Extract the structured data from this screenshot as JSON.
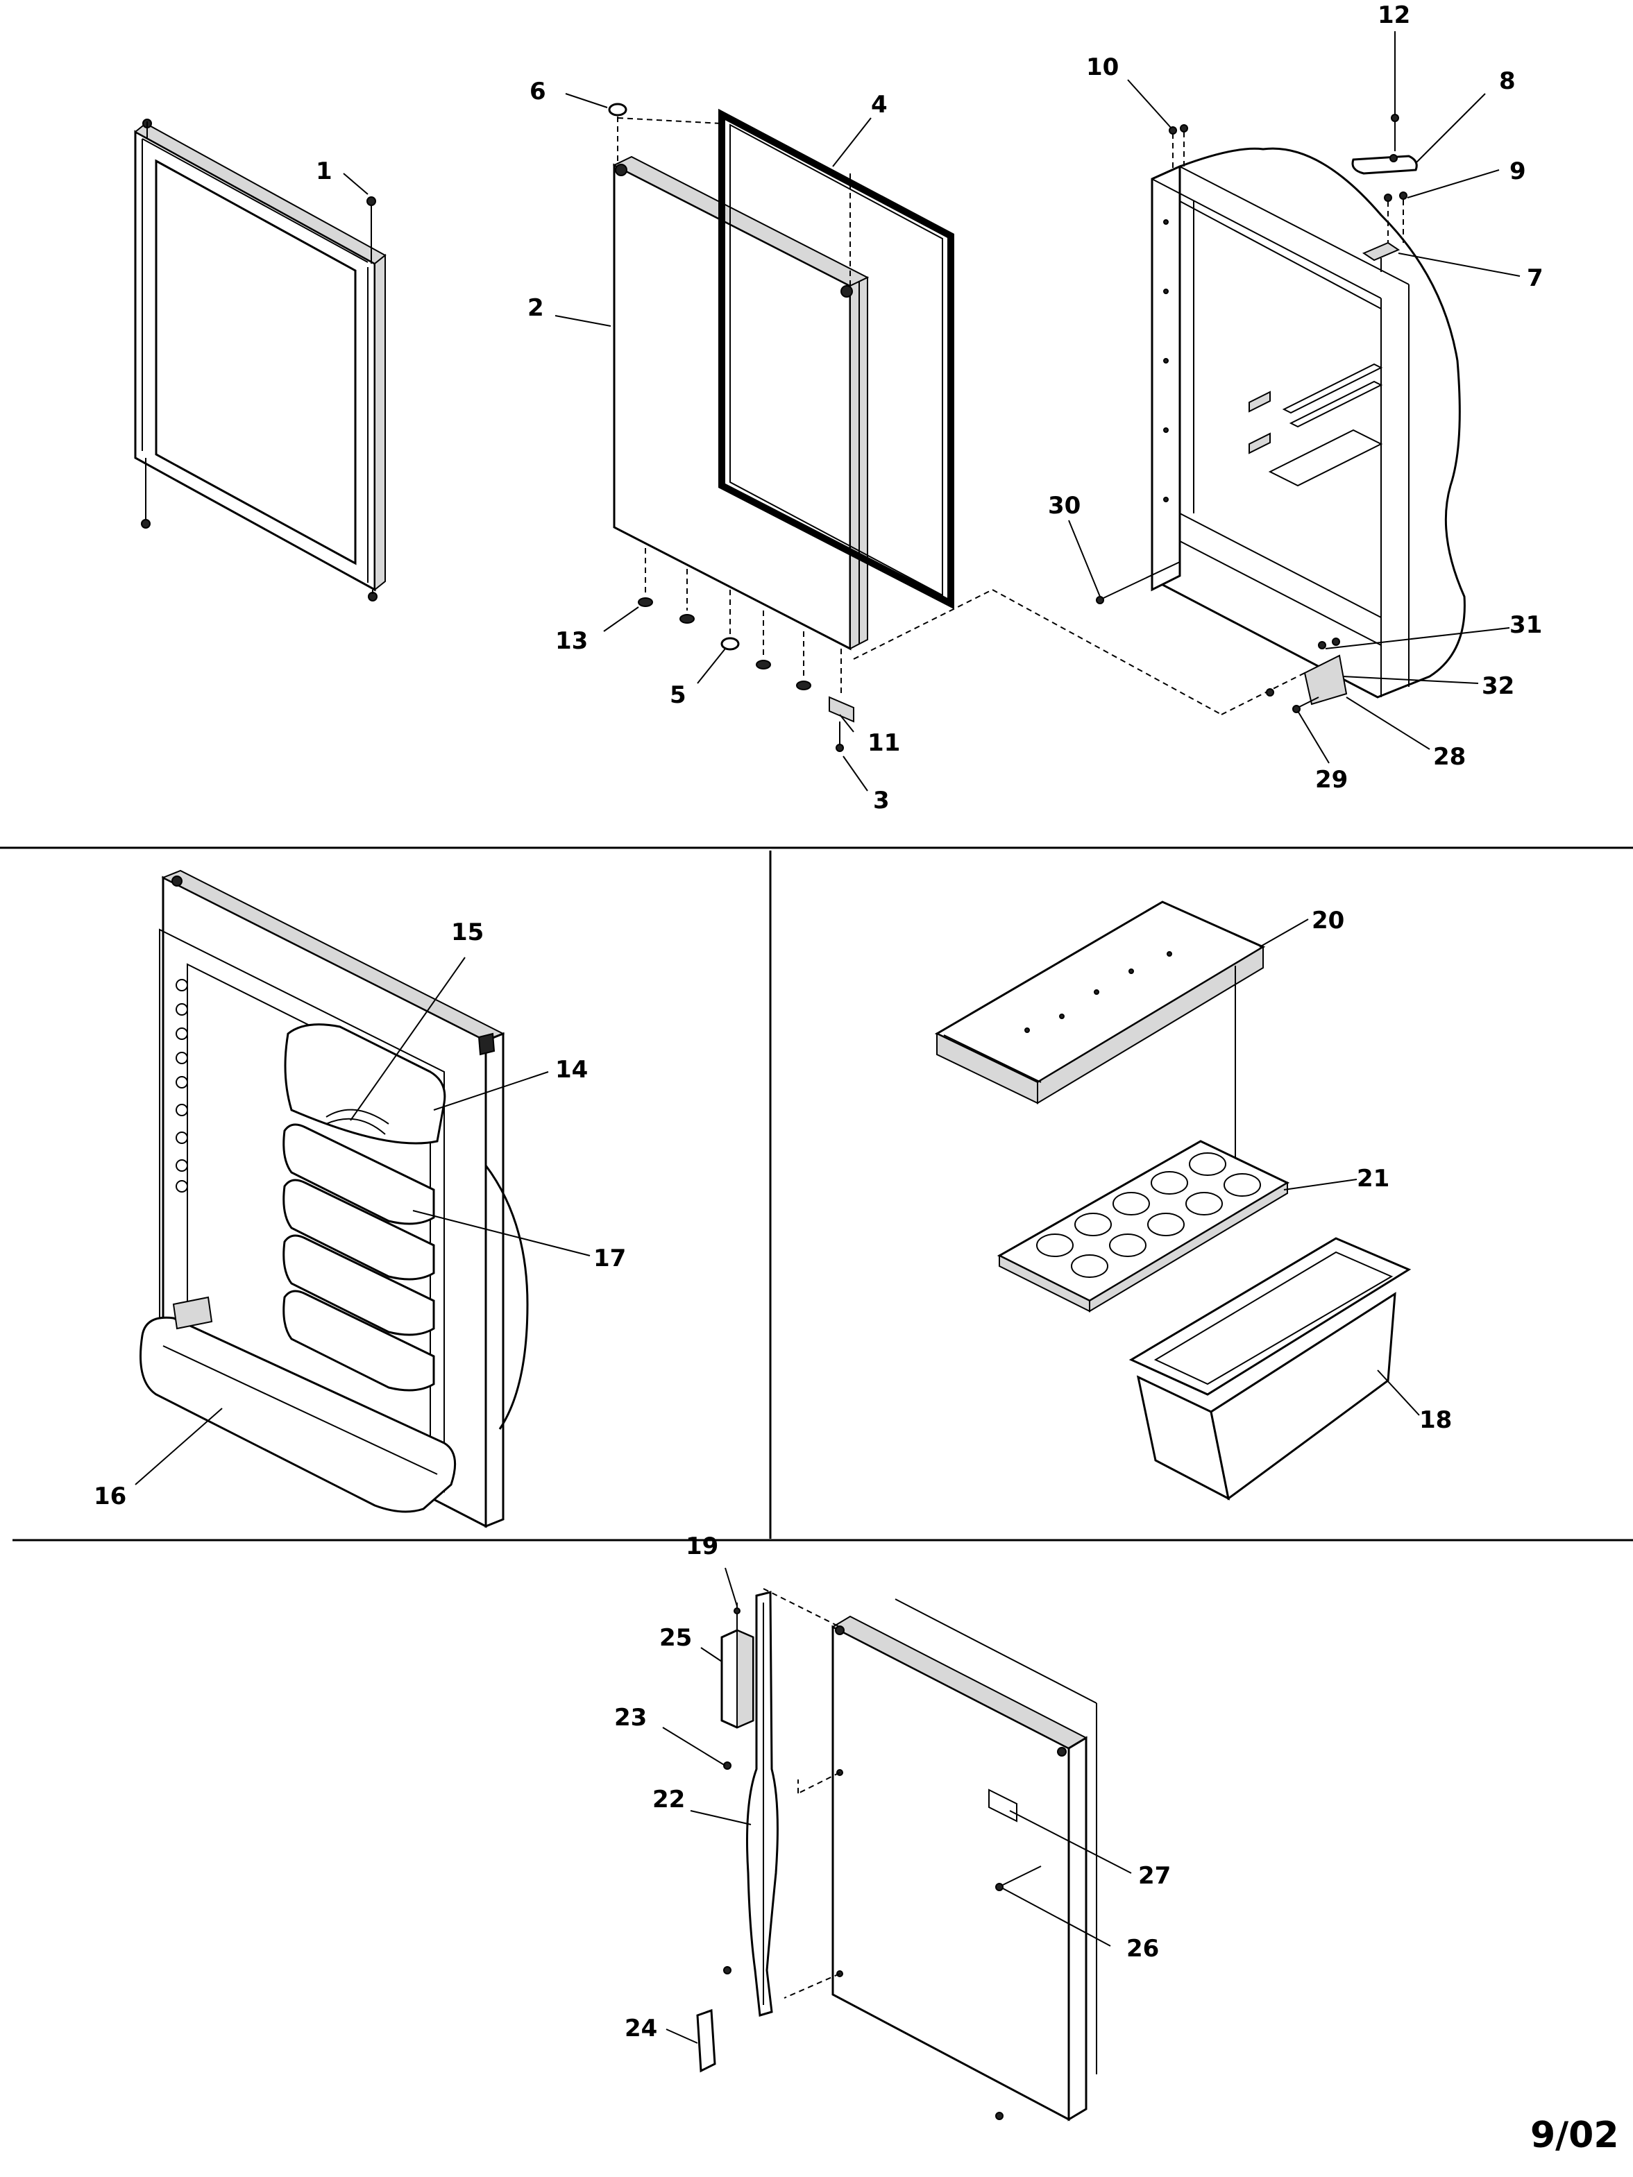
{
  "date_code": "9/02",
  "labels": {
    "p1": "1",
    "p2": "2",
    "p3": "3",
    "p4": "4",
    "p5": "5",
    "p6": "6",
    "p7": "7",
    "p8": "8",
    "p9": "9",
    "p10": "10",
    "p11": "11",
    "p12": "12",
    "p13": "13",
    "p14": "14",
    "p15": "15",
    "p16": "16",
    "p17": "17",
    "p18": "18",
    "p19": "19",
    "p20": "20",
    "p21": "21",
    "p22": "22",
    "p23": "23",
    "p24": "24",
    "p25": "25",
    "p26": "26",
    "p27": "27",
    "p28": "28",
    "p29": "29",
    "p30": "30",
    "p31": "31",
    "p32": "32"
  }
}
